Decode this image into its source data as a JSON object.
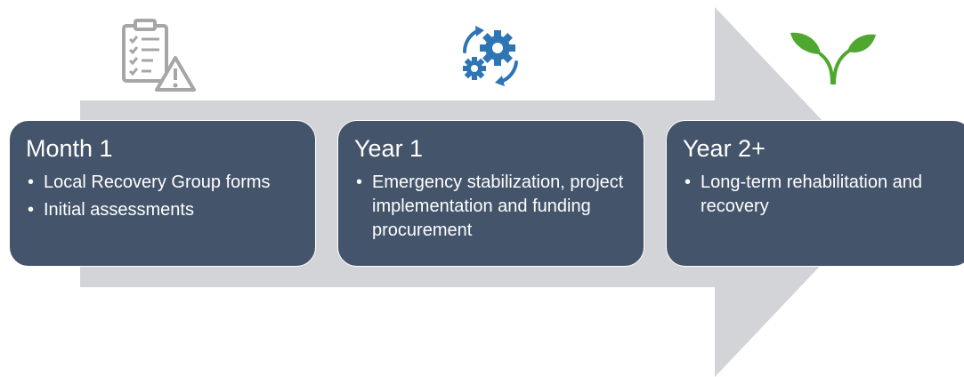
{
  "colors": {
    "arrow": "#d3d4d7",
    "card": "#44546a",
    "text": "#ffffff",
    "icon_gray": "#a6a6a6",
    "icon_blue": "#2e75b6",
    "icon_green": "#4ea72e"
  },
  "icons": [
    "clipboard-warning-icon",
    "gears-cycle-icon",
    "sprout-icon"
  ],
  "stages": [
    {
      "title": "Month 1",
      "bullets": [
        "Local Recovery Group forms",
        "Initial assessments"
      ]
    },
    {
      "title": "Year 1",
      "bullets": [
        "Emergency stabilization, project implementation and funding procurement"
      ]
    },
    {
      "title": "Year 2+",
      "bullets": [
        "Long-term rehabilitation and recovery"
      ]
    }
  ]
}
